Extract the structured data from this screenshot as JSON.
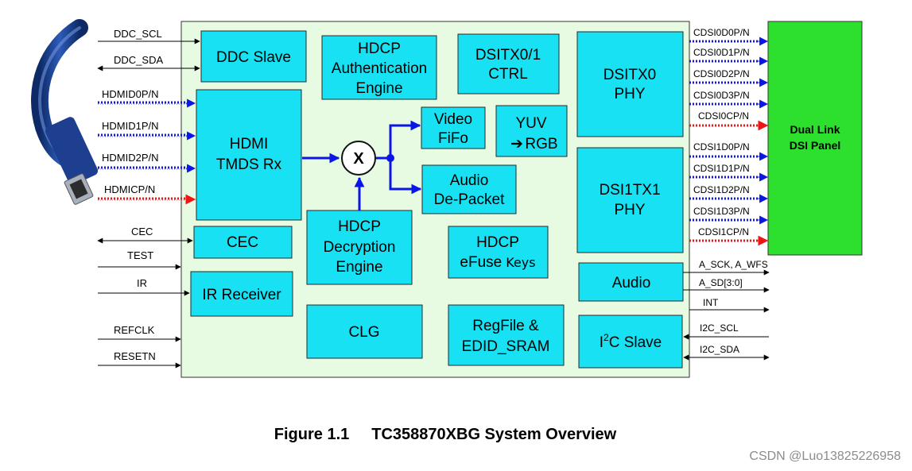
{
  "blocks": {
    "ddc_slave": "DDC Slave",
    "hdcp_auth": [
      "HDCP",
      "Authentication",
      "Engine"
    ],
    "dsitx_ctrl": [
      "DSITX0/1",
      "CTRL"
    ],
    "dsitx0_phy": [
      "DSITX0",
      "PHY"
    ],
    "hdmi_rx": [
      "HDMI",
      "TMDS Rx"
    ],
    "mux": "X",
    "video_fifo": [
      "Video",
      "FiFo"
    ],
    "yuv_rgb": [
      "YUV",
      "RGB"
    ],
    "audio_depacket": [
      "Audio",
      "De-Packet"
    ],
    "dsi1tx1_phy": [
      "DSI1TX1",
      "PHY"
    ],
    "cec": "CEC",
    "hdcp_decrypt": [
      "HDCP",
      "Decryption",
      "Engine"
    ],
    "hdcp_efuse": [
      "HDCP",
      "eFuse",
      "Keys"
    ],
    "ir_receiver": "IR Receiver",
    "audio": "Audio",
    "clg": "CLG",
    "regfile": [
      "RegFile  &",
      "EDID_SRAM"
    ],
    "i2c_slave": [
      "I",
      "2",
      "C Slave"
    ]
  },
  "panel": [
    "Dual Link",
    "DSI Panel"
  ],
  "left_signals": {
    "ddc_scl": "DDC_SCL",
    "ddc_sda": "DDC_SDA",
    "hdmid0": "HDMID0P/N",
    "hdmid1": "HDMID1P/N",
    "hdmid2": "HDMID2P/N",
    "hdmicp": "HDMICP/N",
    "cec": "CEC",
    "test": "TEST",
    "ir": "IR",
    "refclk": "REFCLK",
    "resetn": "RESETN"
  },
  "right_signals": {
    "dsi0": [
      "CDSI0D0P/N",
      "CDSI0D1P/N",
      "CDSI0D2P/N",
      "CDSI0D3P/N",
      "CDSI0CP/N"
    ],
    "dsi1": [
      "CDSI1D0P/N",
      "CDSI1D1P/N",
      "CDSI1D2P/N",
      "CDSI1D3P/N",
      "CDSI1CP/N"
    ],
    "a_sck": "A_SCK, A_WFS",
    "a_sd": "A_SD[3:0]",
    "int": "INT",
    "i2c_scl": "I2C_SCL",
    "i2c_sda": "I2C_SDA"
  },
  "caption": {
    "number": "Figure 1.1",
    "title": "TC358870XBG System Overview"
  },
  "watermark": "CSDN @Luo13825226958",
  "colors": {
    "chip_fill": "#e6fbe2",
    "block_fill": "#17e1f2",
    "panel_fill": "#2ee02e",
    "data_lane": "#1515ee",
    "clock_lane": "#ee1515",
    "flow_arrow": "#0b15e6"
  }
}
